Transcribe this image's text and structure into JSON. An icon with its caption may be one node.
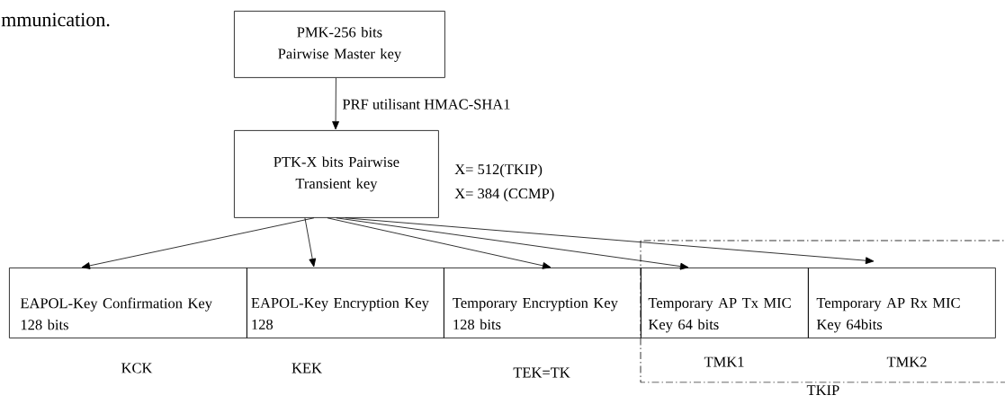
{
  "diagram": {
    "nodes": [
      {
        "text": [
          "PMK-256 bits Pairwise Master key"
        ]
      },
      {
        "text": [
          "PTK-X bits Pairwise Transient key"
        ]
      },
      {
        "text": [
          "EAPOL-Key Confirmation Key 128 bits"
        ],
        "beside": [
          "KCK"
        ]
      },
      {
        "text": [
          "EAPOL-Key Encryption Key 128"
        ],
        "beside": [
          "KEK"
        ]
      },
      {
        "text": [
          "Temporary Encryption Key 128 bits"
        ],
        "beside": [
          "TEK=TK"
        ]
      },
      {
        "text": [
          "TKIP"
        ]
      },
      {
        "text": [
          "Temporary AP Tx MIC Key 64 bits"
        ],
        "beside": [
          "TMK1"
        ],
        "in": 5
      },
      {
        "text": [
          "Temporary AP Rx MIC Key 64bits"
        ],
        "beside": [
          "TMK2"
        ],
        "in": 5
      }
    ],
    "edges": [
      {
        "from": 0,
        "to": 1,
        "arrow": "to",
        "label": "PRF utilisant HMAC-SHA1"
      },
      {
        "from": 1,
        "to": 2,
        "arrow": "to"
      },
      {
        "from": 1,
        "to": 3,
        "arrow": "to"
      },
      {
        "from": 1,
        "to": 4,
        "arrow": "to"
      },
      {
        "from": 1,
        "to": 6,
        "arrow": "to"
      },
      {
        "from": 1,
        "to": 7,
        "arrow": "to"
      }
    ],
    "labels": [
      "mmunication.",
      "X= 512(TKIP)",
      "X= 384 (CCMP)"
    ]
  }
}
